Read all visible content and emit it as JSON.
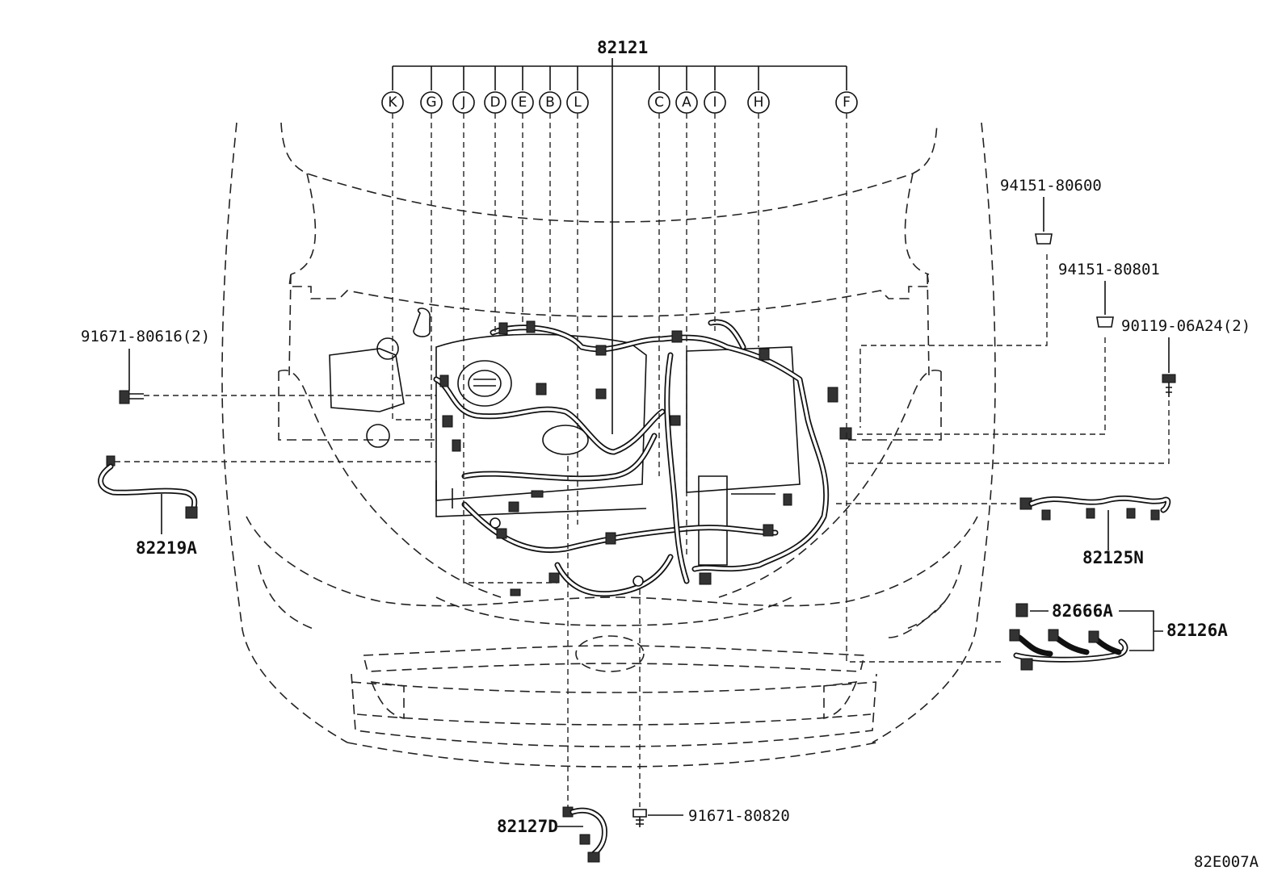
{
  "diagram_code": "82E007A",
  "main_harness": {
    "part": "82121"
  },
  "callouts": [
    "K",
    "G",
    "J",
    "D",
    "E",
    "B",
    "L",
    "C",
    "A",
    "I",
    "H",
    "F"
  ],
  "parts": {
    "bolt_left": "91671-80616(2)",
    "nut_a": "94151-80600",
    "nut_b": "94151-80801",
    "bolt_right": "90119-06A24(2)",
    "harness_left": "82219A",
    "harness_right": "82125N",
    "connector_small": "82666A",
    "harness_assy": "82126A",
    "harness_bottom": "82127D",
    "bolt_bottom": "91671-80820"
  }
}
